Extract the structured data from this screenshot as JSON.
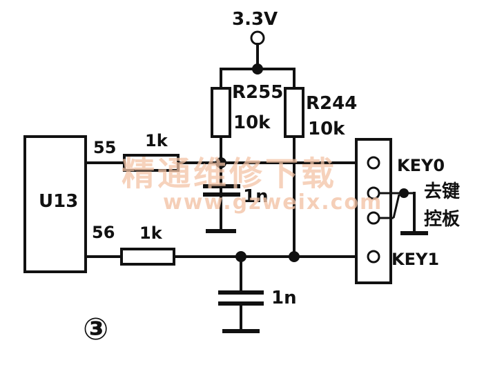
{
  "supply": {
    "label": "3.3V"
  },
  "ic": {
    "label": "U13"
  },
  "pins": {
    "p55": "55",
    "p56": "56"
  },
  "resistors": {
    "r_top_series": "1k",
    "r_bottom_series": "1k",
    "r255_name": "R255",
    "r255_value": "10k",
    "r244_name": "R244",
    "r244_value": "10k"
  },
  "capacitors": {
    "c_top": "1n",
    "c_bottom": "1n"
  },
  "connector": {
    "key0": "KEY0",
    "key1": "KEY1",
    "note_line1": "去键",
    "note_line2": "控板"
  },
  "watermark": {
    "cn": "精通维修下载",
    "url": "www.gzweix.com"
  },
  "figure_number": "③"
}
